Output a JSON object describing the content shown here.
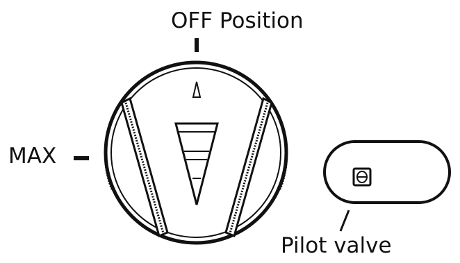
{
  "labels": {
    "off_position": "OFF Position",
    "max": "MAX",
    "pilot_valve": "Pilot valve"
  },
  "colors": {
    "ink": "#111111",
    "background": "#ffffff"
  }
}
